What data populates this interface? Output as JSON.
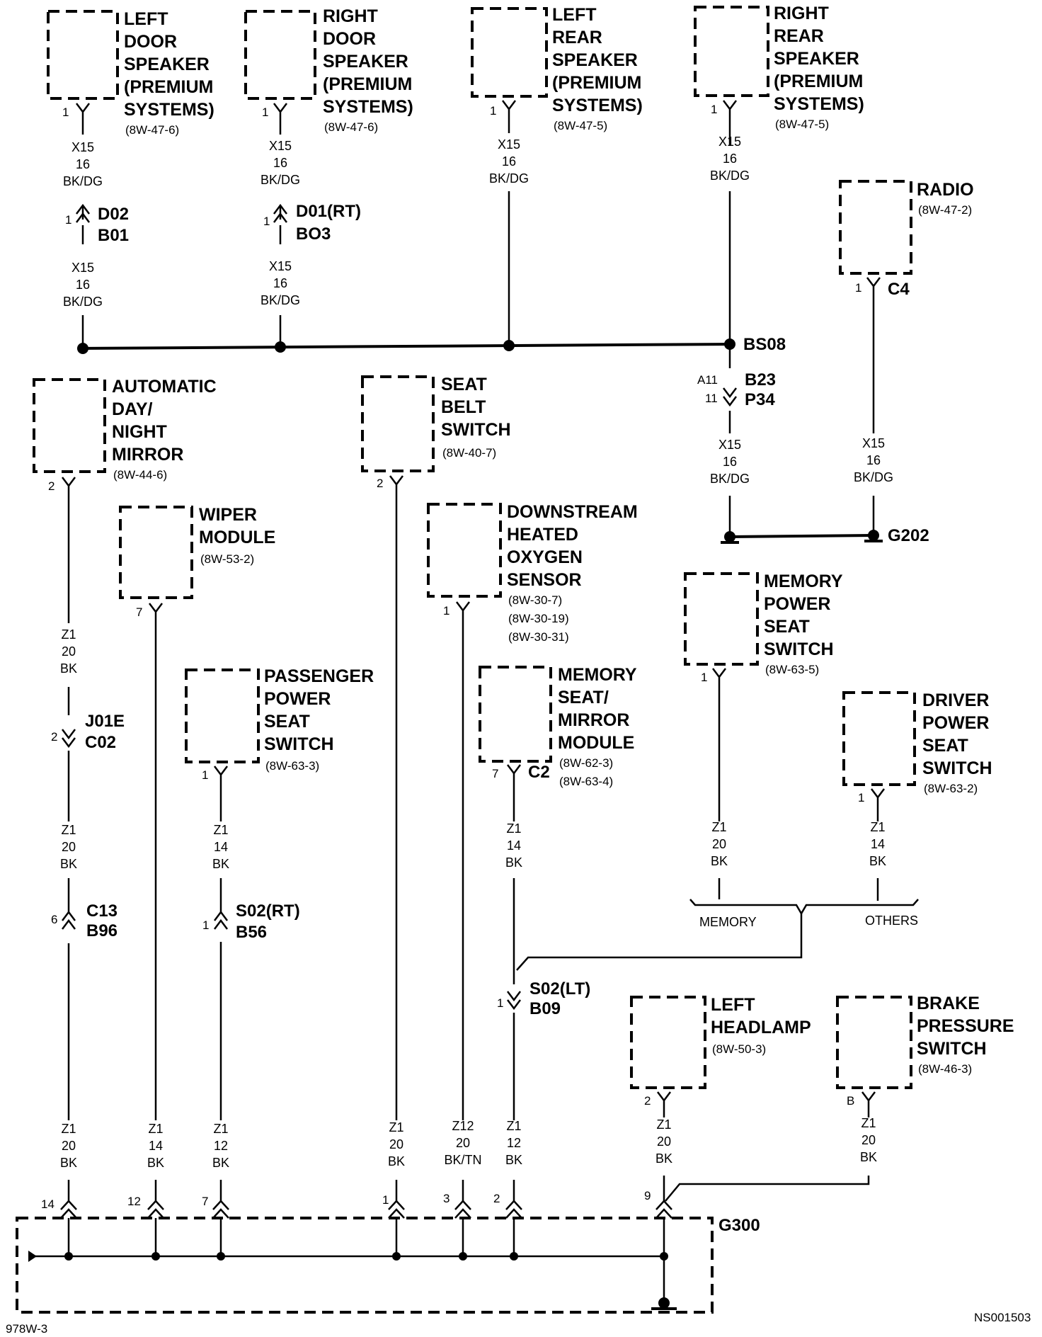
{
  "components": {
    "left_door_speaker": {
      "lines": [
        "LEFT",
        "DOOR",
        "SPEAKER",
        "(PREMIUM",
        "SYSTEMS)"
      ],
      "ref": "(8W-47-6)",
      "pin": "1"
    },
    "right_door_speaker": {
      "lines": [
        "RIGHT",
        "DOOR",
        "SPEAKER",
        "(PREMIUM",
        "SYSTEMS)"
      ],
      "ref": "(8W-47-6)",
      "pin": "1"
    },
    "left_rear_speaker": {
      "lines": [
        "LEFT",
        "REAR",
        "SPEAKER",
        "(PREMIUM",
        "SYSTEMS)"
      ],
      "ref": "(8W-47-5)",
      "pin": "1"
    },
    "right_rear_speaker": {
      "lines": [
        "RIGHT",
        "REAR",
        "SPEAKER",
        "(PREMIUM",
        "SYSTEMS)"
      ],
      "ref": "(8W-47-5)",
      "pin": "1"
    },
    "radio": {
      "lines": [
        "RADIO"
      ],
      "ref": "(8W-47-2)",
      "pin": "1",
      "connector": "C4"
    },
    "auto_mirror": {
      "lines": [
        "AUTOMATIC",
        "DAY/",
        "NIGHT",
        "MIRROR"
      ],
      "ref": "(8W-44-6)",
      "pin": "2"
    },
    "seat_belt_switch": {
      "lines": [
        "SEAT",
        "BELT",
        "SWITCH"
      ],
      "ref": "(8W-40-7)",
      "pin": "2"
    },
    "wiper_module": {
      "lines": [
        "WIPER",
        "MODULE"
      ],
      "ref": "(8W-53-2)",
      "pin": "7"
    },
    "downstream_o2": {
      "lines": [
        "DOWNSTREAM",
        "HEATED",
        "OXYGEN",
        "SENSOR"
      ],
      "refs": [
        "(8W-30-7)",
        "(8W-30-19)",
        "(8W-30-31)"
      ],
      "pin": "1"
    },
    "memory_power_seat_switch": {
      "lines": [
        "MEMORY",
        "POWER",
        "SEAT",
        "SWITCH"
      ],
      "ref": "(8W-63-5)",
      "pin": "1"
    },
    "passenger_power_seat_switch": {
      "lines": [
        "PASSENGER",
        "POWER",
        "SEAT",
        "SWITCH"
      ],
      "ref": "(8W-63-3)",
      "pin": "1"
    },
    "memory_seat_mirror_module": {
      "lines": [
        "MEMORY",
        "SEAT/",
        "MIRROR",
        "MODULE"
      ],
      "refs": [
        "(8W-62-3)",
        "(8W-63-4)"
      ],
      "pin": "7",
      "connector": "C2"
    },
    "driver_power_seat_switch": {
      "lines": [
        "DRIVER",
        "POWER",
        "SEAT",
        "SWITCH"
      ],
      "ref": "(8W-63-2)",
      "pin": "1"
    },
    "left_headlamp": {
      "lines": [
        "LEFT",
        "HEADLAMP"
      ],
      "ref": "(8W-50-3)",
      "pin": "2"
    },
    "brake_pressure_switch": {
      "lines": [
        "BRAKE",
        "PRESSURE",
        "SWITCH"
      ],
      "ref": "(8W-46-3)",
      "pin": "B"
    }
  },
  "connectors": {
    "d02": {
      "pin": "1",
      "lines": [
        "D02",
        "B01"
      ]
    },
    "d01": {
      "pin": "1",
      "lines": [
        "D01(RT)",
        "BO3"
      ]
    },
    "bs08": {
      "label": "BS08"
    },
    "b23": {
      "pins": [
        "A11",
        "11"
      ],
      "lines": [
        "B23",
        "P34"
      ]
    },
    "g202": {
      "label": "G202"
    },
    "j01e": {
      "pin": "2",
      "lines": [
        "J01E",
        "C02"
      ]
    },
    "c13": {
      "pin": "6",
      "lines": [
        "C13",
        "B96"
      ]
    },
    "s02rt": {
      "pin": "1",
      "lines": [
        "S02(RT)",
        "B56"
      ]
    },
    "s02lt": {
      "pin": "1",
      "lines": [
        "S02(LT)",
        "B09"
      ]
    },
    "g300": {
      "label": "G300",
      "pins": [
        "14",
        "12",
        "7",
        "1",
        "3",
        "2",
        "9"
      ]
    }
  },
  "wires": {
    "x15_16_bkdg": [
      "X15",
      "16",
      "BK/DG"
    ],
    "z1_20_bk": [
      "Z1",
      "20",
      "BK"
    ],
    "z1_14_bk": [
      "Z1",
      "14",
      "BK"
    ],
    "z1_12_bk": [
      "Z1",
      "12",
      "BK"
    ],
    "z12_20_bktn": [
      "Z12",
      "20",
      "BK/TN"
    ]
  },
  "splice_labels": {
    "memory": "MEMORY",
    "others": "OTHERS"
  },
  "footer": {
    "left": "978W-3",
    "right": "NS001503"
  }
}
